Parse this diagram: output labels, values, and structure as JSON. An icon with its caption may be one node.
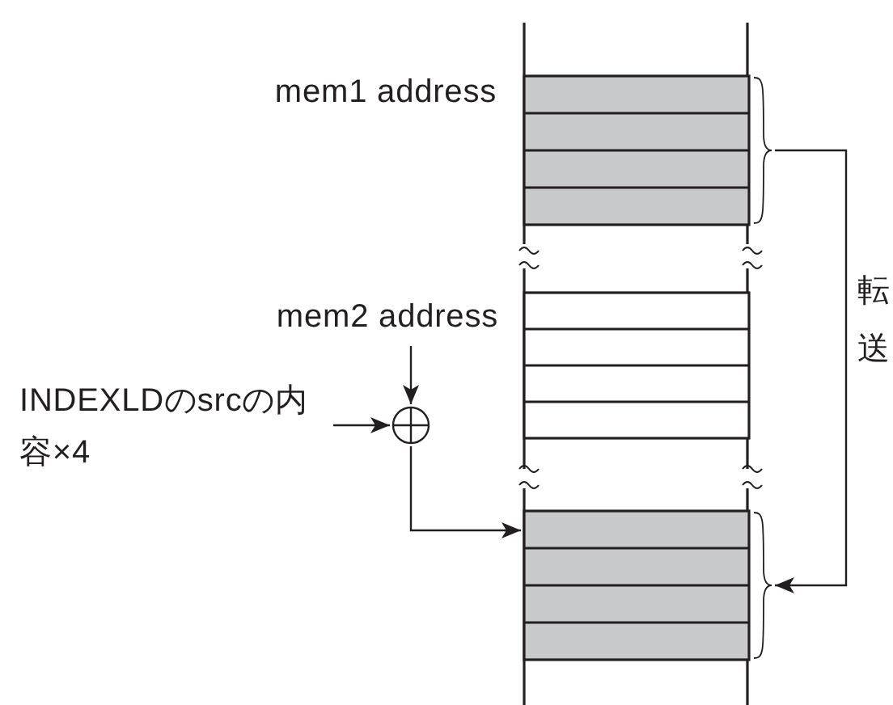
{
  "diagram": {
    "nodes": [
      {
        "text": [],
        "shape": "box"
      },
      {
        "text": [],
        "shape": "box"
      },
      {
        "text": [],
        "shape": "box"
      },
      {
        "text": [
          "mem2 address"
        ]
      },
      {
        "text": [
          "INDEXLDのsrcの内容×4"
        ]
      },
      {
        "text": [],
        "shape": "circle"
      }
    ],
    "edges": [
      {
        "from": 0,
        "to": 2,
        "arrow": "to",
        "label": "転送"
      },
      {
        "from": 3,
        "to": 5,
        "arrow": "to"
      },
      {
        "from": 4,
        "to": 5,
        "arrow": "to"
      },
      {
        "from": 5,
        "to": 2,
        "arrow": "to"
      }
    ],
    "labels": [
      "mem1 address"
    ]
  }
}
